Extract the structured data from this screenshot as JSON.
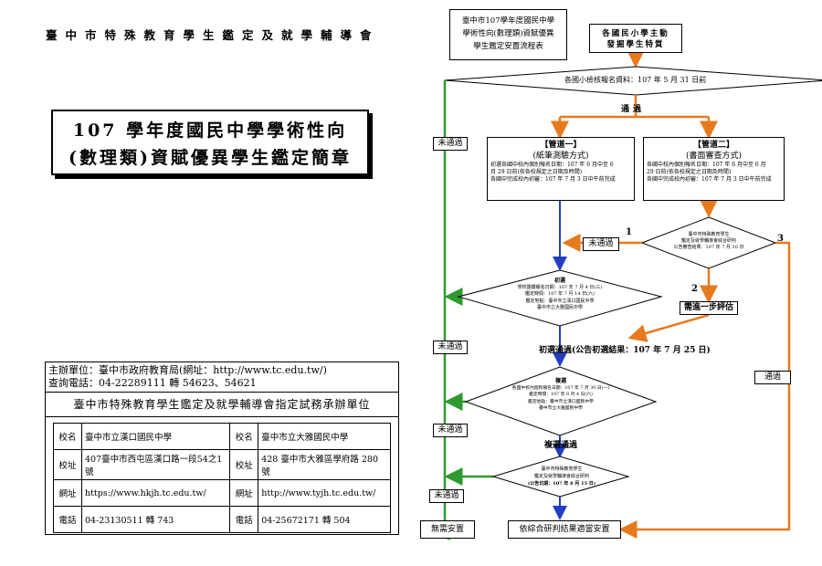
{
  "left": {
    "org_title": "臺中市特殊教育學生鑑定及就學輔導會",
    "main_title_line1": "107 學年度國民中學學術性向",
    "main_title_line2": "(數理類)資賦優異學生鑑定簡章",
    "host": "主辦單位：臺中市政府教育局(網址：http://www.tc.edu.tw/)",
    "phone": "查詢電話：04-22289111 轉 54623、54621",
    "assign_title": "臺中市特殊教育學生鑑定及就學輔導會指定試務承辦單位",
    "table": [
      [
        "校名",
        "臺中市立漢口國民中學",
        "校名",
        "臺中市立大雅國民中學"
      ],
      [
        "校址",
        "407臺中市西屯區漢口路一段54之1號",
        "校址",
        "428 臺中市大雅區學府路 280 號"
      ],
      [
        "網址",
        "https://www.hkjh.tc.edu.tw/",
        "網址",
        "http://www.tyjh.tc.edu.tw/"
      ],
      [
        "電話",
        "04-23130511 轉 743",
        "電話",
        "04-25672171 轉 504"
      ]
    ]
  },
  "flow": {
    "title": "臺中市107學年度國民中學學術性向(數理類)資賦優異學生鑑定安置流程表",
    "title_l1": "臺中市107學年度國民中學",
    "title_l2": "學術性向(數理類)資賦優異",
    "title_l3": "學生鑑定安置流程表",
    "start_l1": "各國民小學主動",
    "start_l2": "發掘學生特質",
    "d1": "各國小檢核報名資料：107 年 5 月 31 日前",
    "pass": "通過",
    "fail": "未通過",
    "ch1_title": "【管道一】",
    "ch1_sub": "(紙筆測驗方式)",
    "ch1_l1": "初選各國中校內個別報名日期：107 年 6 月中至 6",
    "ch1_l2": "月 29 日前(依各校規定之日期及時間)",
    "ch1_l3": "各國中完成校內初審：107 年 7 月 3 日中午前完成",
    "ch2_title": "【管道二】",
    "ch2_sub": "(書面審查方式)",
    "ch2_l1": "各國中校內個別報名日期：107 年 6 月中至 6 月",
    "ch2_l2": "29 日前(依各校規定之日期及時間)",
    "ch2_l3": "各國中完成校內初審：107 年 7 月 3 日中午前完成",
    "d2_l1": "臺中市特殊教育學生",
    "d2_l2": "鑑定及就學輔導會綜合研判",
    "d2_l3": "公告審查結果：107 年 7 月 10 日",
    "n1": "1",
    "n2": "2",
    "n3": "3",
    "need_eval": "需進一步評估",
    "d3_title": "初選",
    "d3_l1": "學校團體報名日期：107 年 7 月 4 日(三)",
    "d3_l2": "鑑定時間：107 年 7 月 14 日(六)",
    "d3_l3": "鑑定地點：臺中市立漢口國民中學",
    "d3_l4": "臺中市立大雅國民中學",
    "first_pass": "初選通過(公告初選結果：107 年 7 月 25 日)",
    "d4_title": "複選",
    "d4_l1": "各國中校內個別報名日期：107 年 7 月 30 日(一)",
    "d4_l2": "鑑定時間：107 年 8 月 4 日(六)",
    "d4_l3": "鑑定地點：臺中市立漢口國民中學",
    "d4_l4": "臺中市立大雅國民中學",
    "second_pass": "複選通過",
    "d5_l1": "臺中市特殊教育學生",
    "d5_l2": "鑑定及就學輔導會綜合研判",
    "d5_l3": "(公告日期：107 年 8 月 15 日)",
    "no_place": "無需安置",
    "place": "依綜合研判結果適當安置"
  },
  "colors": {
    "green": "#2e9a2e",
    "orange": "#e87a1e",
    "blue": "#1f3fbf",
    "black": "#000000"
  }
}
